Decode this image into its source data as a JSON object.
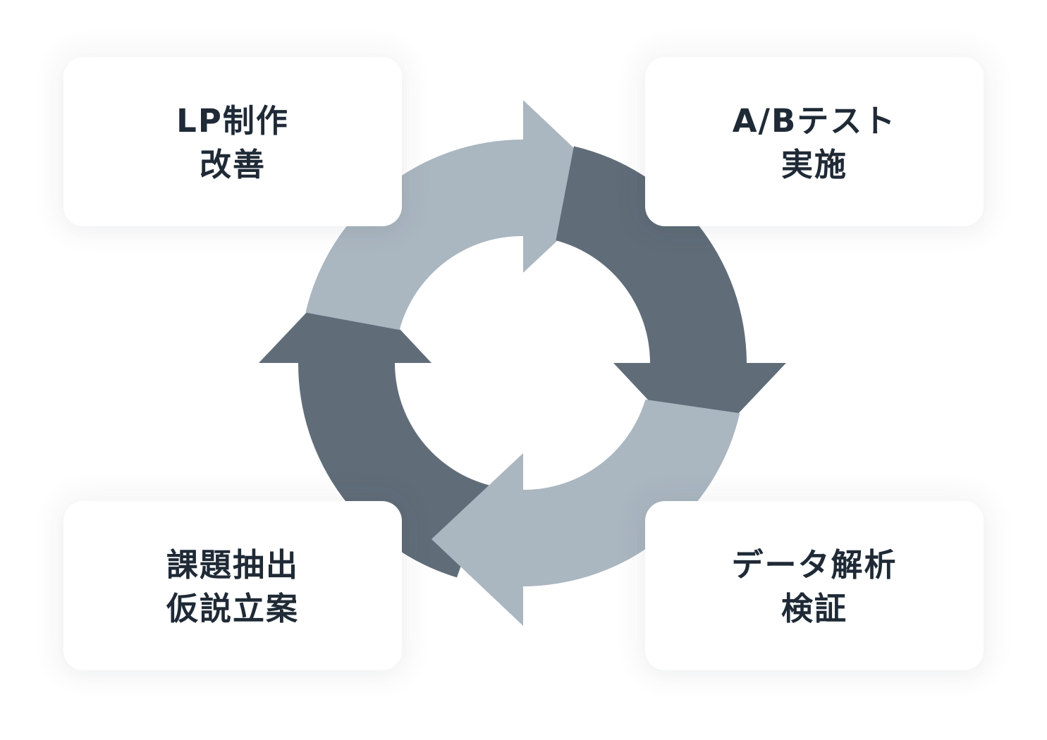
{
  "colors": {
    "arrow_light": "#aab6c0",
    "arrow_dark": "#606d79",
    "card_text": "#1f2a36",
    "card_background": "#ffffff"
  },
  "cycle": {
    "direction": "clockwise",
    "arrows": [
      {
        "name": "top-arrow",
        "shade": "light",
        "points": "right"
      },
      {
        "name": "right-arrow",
        "shade": "dark",
        "points": "down"
      },
      {
        "name": "bottom-arrow",
        "shade": "light",
        "points": "left"
      },
      {
        "name": "left-arrow",
        "shade": "dark",
        "points": "up"
      }
    ]
  },
  "cards": {
    "top_left": {
      "line1": "LP制作",
      "line2": "改善"
    },
    "top_right": {
      "line1": "A/Bテスト",
      "line2": "実施"
    },
    "bottom_right": {
      "line1": "データ解析",
      "line2": "検証"
    },
    "bottom_left": {
      "line1": "課題抽出",
      "line2": "仮説立案"
    }
  }
}
